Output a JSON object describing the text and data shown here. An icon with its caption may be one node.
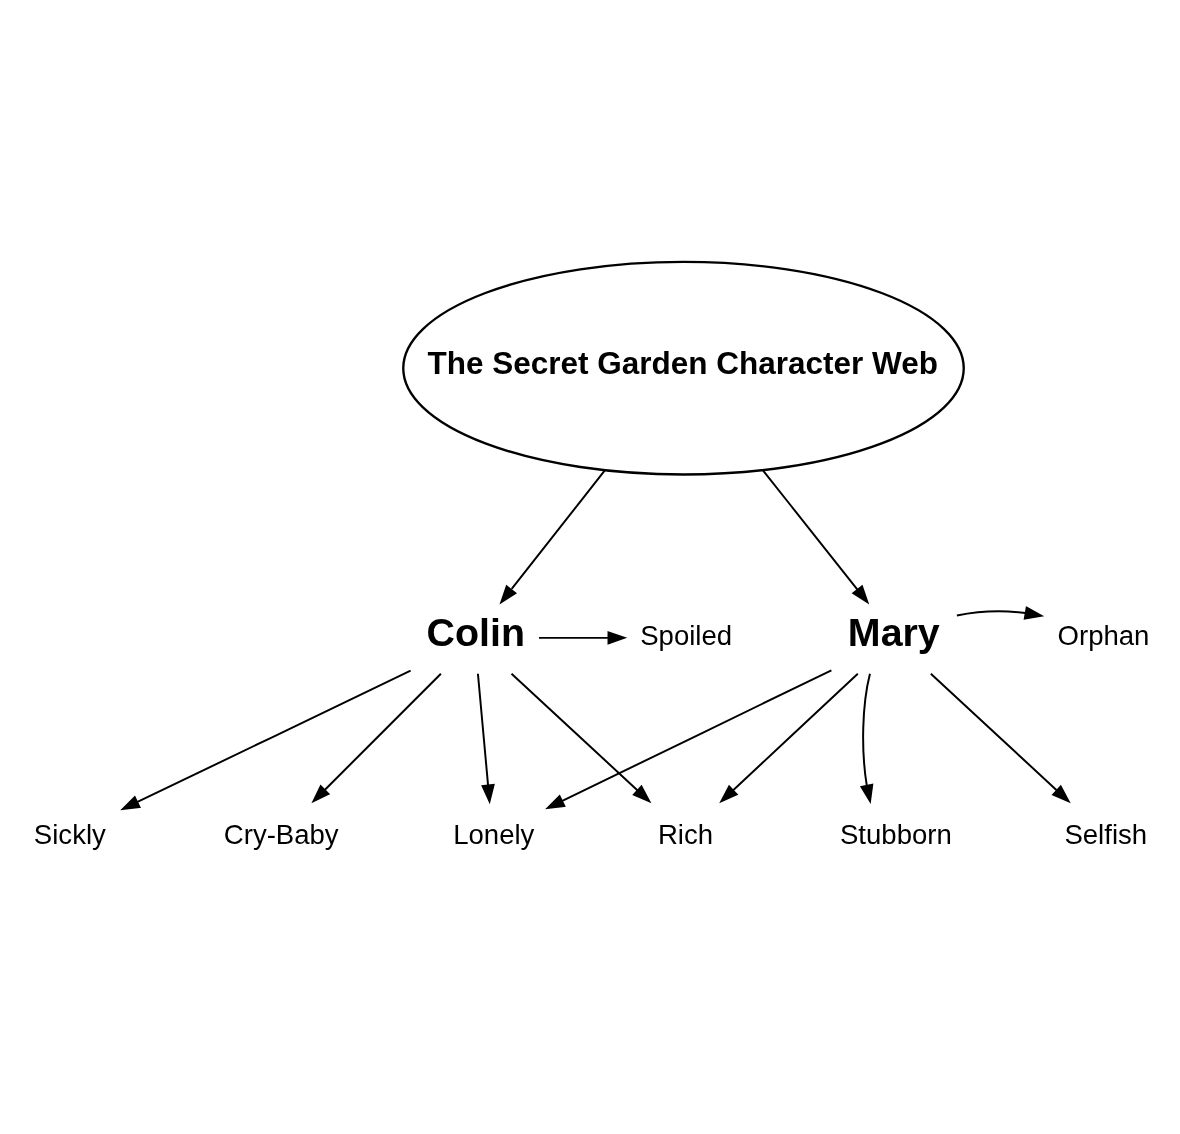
{
  "diagram": {
    "nodes": [
      {
        "text": [
          "The Secret Garden Character Web"
        ]
      },
      {
        "text": [
          "Mary"
        ]
      },
      {
        "text": [
          "Colin"
        ]
      },
      {
        "text": [
          "Stubborn"
        ]
      },
      {
        "text": [
          "Orphan"
        ]
      },
      {
        "text": [
          "Selfish"
        ]
      },
      {
        "text": [
          "Lonely"
        ]
      },
      {
        "text": [
          "Rich"
        ]
      },
      {
        "text": [
          "Sickly"
        ]
      },
      {
        "text": [
          "Spoiled"
        ]
      },
      {
        "text": [
          "Cry-Baby"
        ]
      }
    ],
    "edges": [
      {
        "from": 0,
        "to": 1,
        "arrow": "to"
      },
      {
        "from": 0,
        "to": 2,
        "arrow": "to"
      },
      {
        "from": 1,
        "to": 3,
        "arrow": "to"
      },
      {
        "from": 1,
        "to": 4,
        "arrow": "to"
      },
      {
        "from": 1,
        "to": 5,
        "arrow": "to"
      },
      {
        "from": 1,
        "to": 7,
        "arrow": "to"
      },
      {
        "from": 1,
        "to": 6,
        "arrow": "to"
      },
      {
        "from": 2,
        "to": 8,
        "arrow": "to"
      },
      {
        "from": 2,
        "to": 9,
        "arrow": "to"
      },
      {
        "from": 2,
        "to": 10,
        "arrow": "to"
      },
      {
        "from": 2,
        "to": 6,
        "arrow": "to"
      },
      {
        "from": 2,
        "to": 7,
        "arrow": "to"
      }
    ]
  }
}
